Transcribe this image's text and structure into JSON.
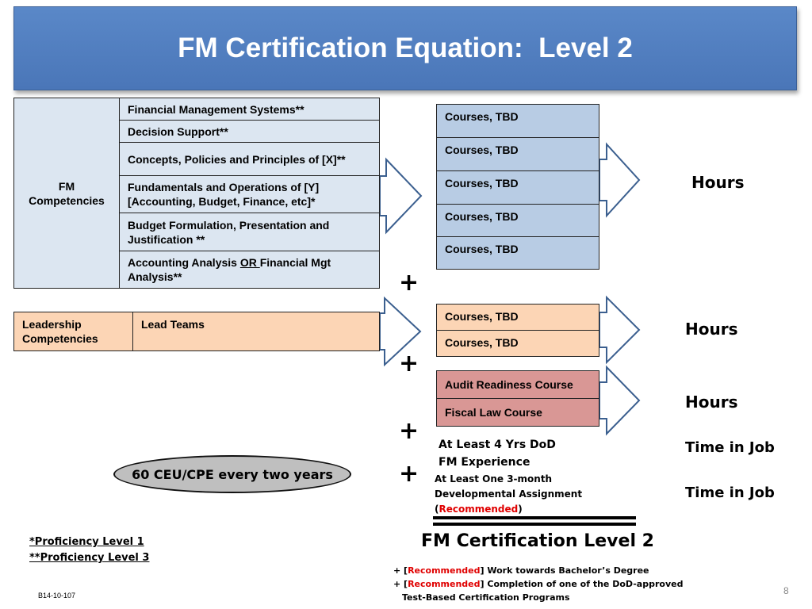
{
  "title": "FM Certification Equation:  Level 2",
  "fm_competencies": {
    "label": "FM Competencies",
    "label_line1": "FM",
    "label_line2": "Competencies",
    "items": [
      "Financial Management Systems**",
      "Decision Support**",
      "Concepts, Policies and Principles of [X]**",
      "Fundamentals and Operations of [Y] [Accounting, Budget, Finance, etc]*",
      "Budget Formulation, Presentation and Justification **",
      {
        "before": "Accounting Analysis ",
        "underlined": "OR ",
        "after": "Financial Mgt Analysis**"
      }
    ]
  },
  "fm_courses": [
    "Courses, TBD",
    "Courses, TBD",
    "Courses, TBD",
    "Courses, TBD",
    "Courses, TBD"
  ],
  "leadership": {
    "label": "Leadership Competencies",
    "item": "Lead Teams",
    "courses": [
      "Courses, TBD",
      "Courses, TBD"
    ]
  },
  "required_courses": [
    "Audit Readiness Course",
    "Fiscal Law Course"
  ],
  "plus_sign": "+",
  "hours_label": "Hours",
  "time_in_job_label": "Time in Job",
  "experience": {
    "line1": "At Least 4 Yrs DoD",
    "line2": "FM Experience"
  },
  "assignment": {
    "line1": "At Least One 3-month",
    "line2": "Developmental Assignment",
    "open": "(",
    "recommended": "Recommended",
    "close": ")"
  },
  "ceu": "60 CEU/CPE every two years",
  "result": "FM Certification Level 2",
  "footnotes": [
    "*Proficiency Level 1",
    "**Proficiency Level 3"
  ],
  "recommendations": [
    {
      "prefix": "+ [",
      "tag": "Recommended",
      "text": "] Work towards  Bachelor’s Degree"
    },
    {
      "prefix": "+ [",
      "tag": "Recommended",
      "text": "] Completion of one of the DoD-approved"
    }
  ],
  "recommendation_cont": "Test-Based Certification Programs",
  "doc_id": "B14-10-107",
  "page_number": "8",
  "colors": {
    "title_bg": "#4f81bd",
    "fm_blue": "#dce6f1",
    "course_blue": "#b8cce4",
    "leadership_peach": "#fcd5b5",
    "required_rose": "#d99795",
    "arrow": "#3b5f8f",
    "recommended_red": "#e00000"
  }
}
